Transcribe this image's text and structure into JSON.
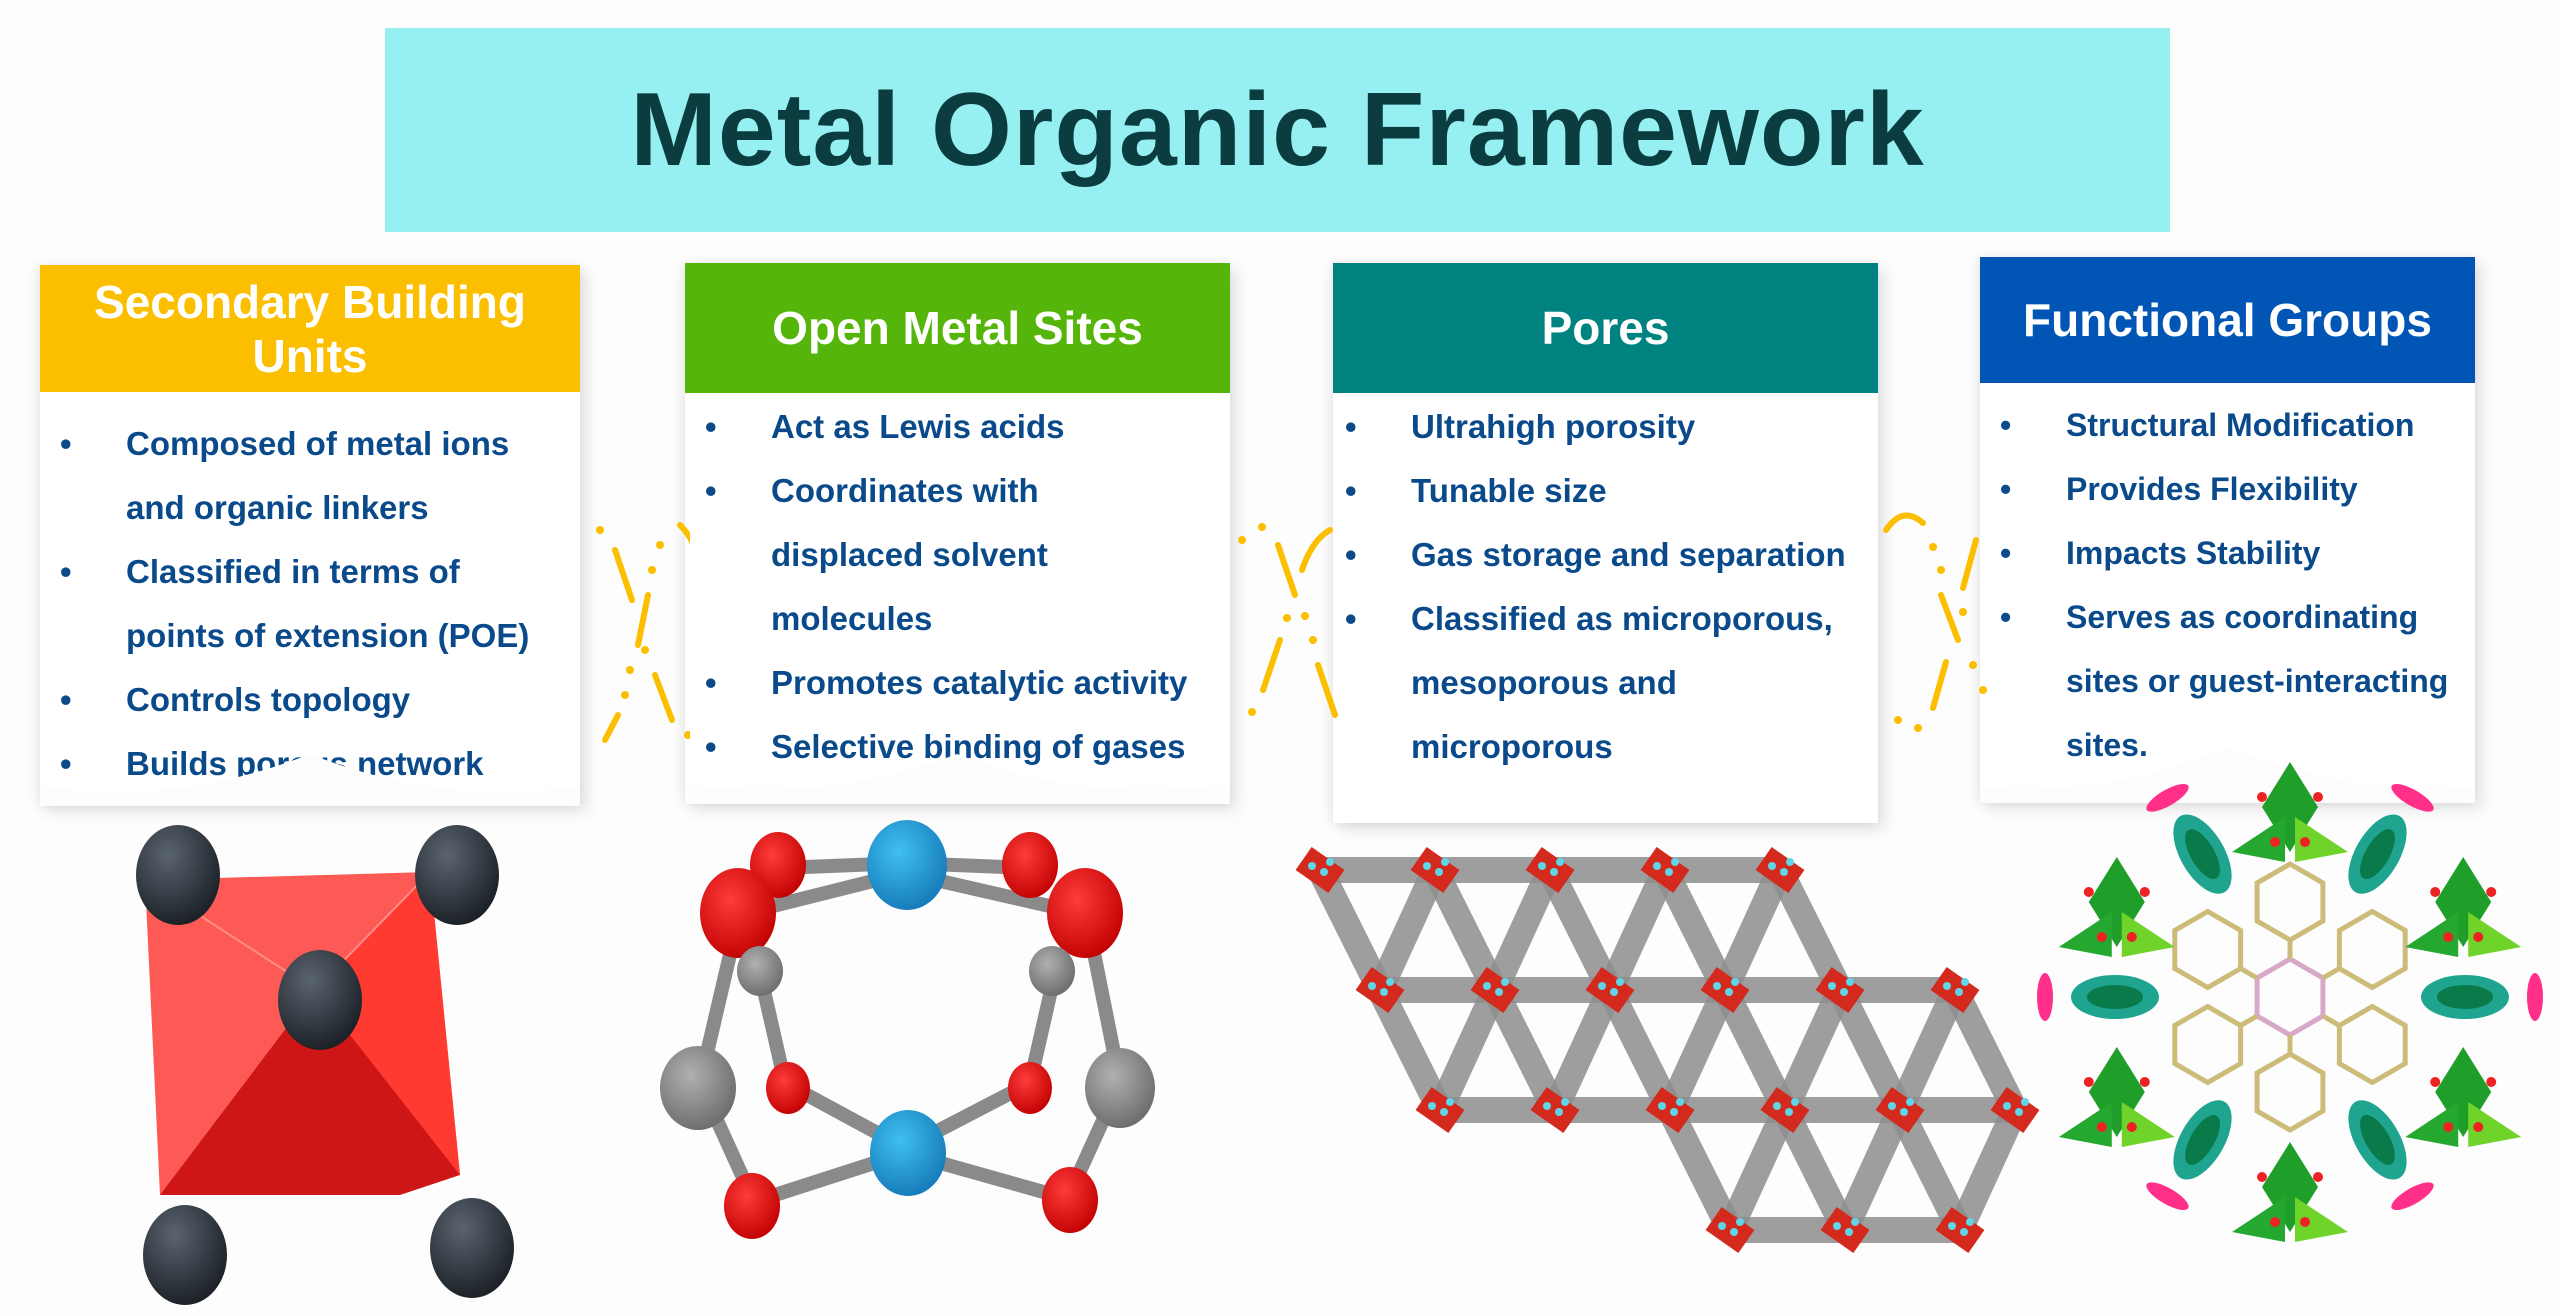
{
  "title": "Metal Organic Framework",
  "colors": {
    "banner_bg": "#96eff0",
    "title_text": "#0b3d40",
    "bullet_text": "#0a4a8a",
    "connector": "#fbbf00"
  },
  "cards": [
    {
      "header": "Secondary Building Units",
      "header_lines": [
        "Secondary Building",
        "Units"
      ],
      "color": "#fbbf00",
      "bullets": [
        "Composed of metal ions and organic linkers",
        "Classified in terms of points of extension (POE)",
        "Controls topology",
        "Builds porous network"
      ],
      "bullet_lines": [
        [
          "Composed of metal ions",
          "and organic linkers"
        ],
        [
          "Classified in terms of",
          "points of extension (POE)"
        ],
        [
          "Controls topology"
        ],
        [
          "Builds porous network"
        ]
      ],
      "figure": "octahedral-sbu-illustration"
    },
    {
      "header": "Open Metal Sites",
      "color": "#55b50a",
      "bullets": [
        "Act as Lewis acids",
        "Coordinates with displaced solvent molecules",
        "Promotes catalytic activity",
        "Selective binding of gases"
      ],
      "bullet_lines": [
        [
          "Act as Lewis acids"
        ],
        [
          "Coordinates with",
          "displaced solvent",
          "molecules"
        ],
        [
          "Promotes catalytic activity"
        ],
        [
          "Selective binding of gases"
        ]
      ],
      "figure": "paddlewheel-cluster-illustration"
    },
    {
      "header": "Pores",
      "color": "#008380",
      "bullets": [
        "Ultrahigh porosity",
        "Tunable size",
        "Gas storage and separation",
        "Classified as microporous, mesoporous and microporous"
      ],
      "bullet_lines": [
        [
          "Ultrahigh porosity"
        ],
        [
          "Tunable size"
        ],
        [
          "Gas storage and separation"
        ],
        [
          "Classified as microporous,",
          "mesoporous and",
          "microporous"
        ]
      ],
      "figure": "porous-network-illustration"
    },
    {
      "header": "Functional Groups",
      "color": "#0055b5",
      "bullets": [
        "Structural Modification",
        "Provides Flexibility",
        "Impacts Stability",
        "Serves as coordinating sites or guest-interacting sites."
      ],
      "bullet_lines": [
        [
          "Structural Modification"
        ],
        [
          "Provides Flexibility"
        ],
        [
          "Impacts Stability"
        ],
        [
          "Serves as coordinating",
          "sites or guest-interacting",
          "sites."
        ]
      ],
      "figure": "functionalized-framework-illustration"
    }
  ],
  "bullet_glyph": "•"
}
